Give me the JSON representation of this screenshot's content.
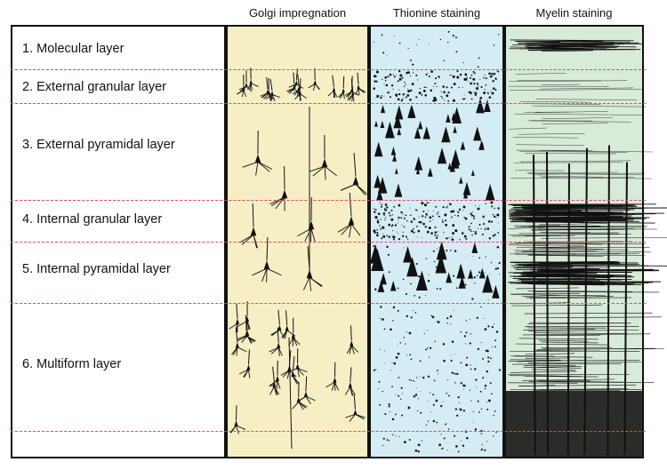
{
  "columns": {
    "golgi": "Golgi impregnation",
    "thionine": "Thionine staining",
    "myelin": "Myelin staining"
  },
  "layers": [
    "1.  Molecular layer",
    "2.  External granular layer",
    "3.  External pyramidal layer",
    "4.  Internal granular layer",
    "5.  Internal pyramidal layer",
    "6.  Multiform layer"
  ],
  "colors": {
    "golgi_bg": "#f6efc4",
    "thionine_bg": "#d4ecf4",
    "myelin_bg": "#d8ead8",
    "boundary": "#e0475f",
    "ink": "#111111"
  }
}
